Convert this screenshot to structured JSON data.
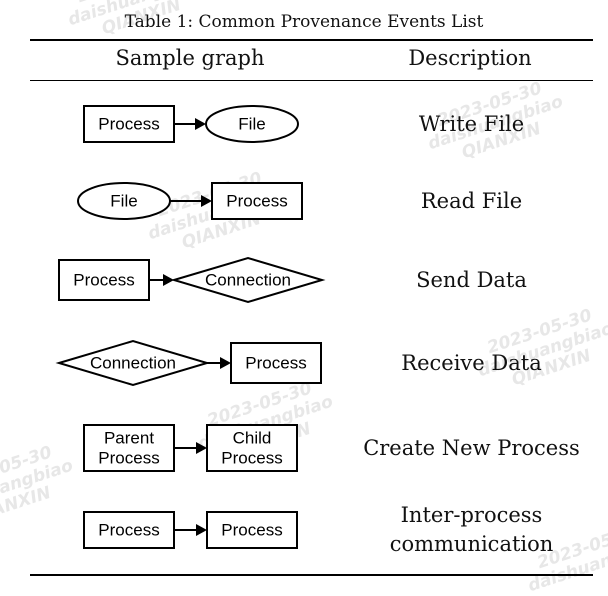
{
  "caption": "Table 1: Common Provenance Events List",
  "headers": {
    "sample_graph": "Sample graph",
    "description": "Description"
  },
  "rows": [
    {
      "description": [
        "Write File"
      ],
      "nodes": [
        {
          "shape": "rect",
          "label": [
            "Process"
          ]
        },
        {
          "shape": "ellipse",
          "label": [
            "File"
          ]
        }
      ]
    },
    {
      "description": [
        "Read File"
      ],
      "nodes": [
        {
          "shape": "ellipse",
          "label": [
            "File"
          ]
        },
        {
          "shape": "rect",
          "label": [
            "Process"
          ]
        }
      ]
    },
    {
      "description": [
        "Send Data"
      ],
      "nodes": [
        {
          "shape": "rect",
          "label": [
            "Process"
          ]
        },
        {
          "shape": "diamond",
          "label": [
            "Connection"
          ]
        }
      ]
    },
    {
      "description": [
        "Receive Data"
      ],
      "nodes": [
        {
          "shape": "diamond",
          "label": [
            "Connection"
          ]
        },
        {
          "shape": "rect",
          "label": [
            "Process"
          ]
        }
      ]
    },
    {
      "description": [
        "Create New Process"
      ],
      "nodes": [
        {
          "shape": "rect",
          "label": [
            "Parent",
            "Process"
          ]
        },
        {
          "shape": "rect",
          "label": [
            "Child",
            "Process"
          ]
        }
      ]
    },
    {
      "description": [
        "Inter-process",
        "communication"
      ],
      "nodes": [
        {
          "shape": "rect",
          "label": [
            "Process"
          ]
        },
        {
          "shape": "rect",
          "label": [
            "Process"
          ]
        }
      ]
    }
  ],
  "watermark": {
    "lines": [
      "2023-05-30",
      "daishuangbiao",
      "QIANXIN"
    ]
  }
}
